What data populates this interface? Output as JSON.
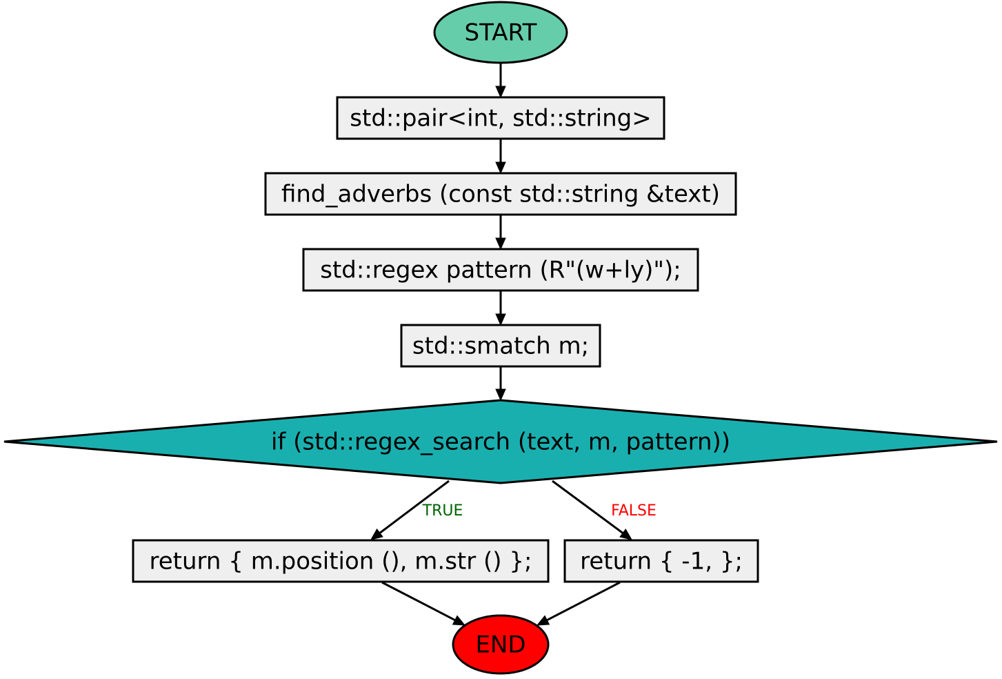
{
  "diagram": {
    "type": "flowchart",
    "nodes": [
      {
        "id": "start",
        "shape": "ellipse",
        "label": "START",
        "fill": "#66cdaa"
      },
      {
        "id": "n1",
        "shape": "box",
        "label": "std::pair<int, std::string>",
        "fill": "#efefef"
      },
      {
        "id": "n2",
        "shape": "box",
        "label": "find_adverbs (const std::string &text)",
        "fill": "#efefef"
      },
      {
        "id": "n3",
        "shape": "box",
        "label": "std::regex pattern (R\"(w+ly)\");",
        "fill": "#efefef"
      },
      {
        "id": "n4",
        "shape": "box",
        "label": "std::smatch m;",
        "fill": "#efefef"
      },
      {
        "id": "cond",
        "shape": "diamond",
        "label": "if (std::regex_search (text, m, pattern))",
        "fill": "#1aafaf"
      },
      {
        "id": "t1",
        "shape": "box",
        "label": "return { m.position (), m.str () };",
        "fill": "#efefef"
      },
      {
        "id": "f1",
        "shape": "box",
        "label": "return { -1,  };",
        "fill": "#efefef"
      },
      {
        "id": "end",
        "shape": "ellipse",
        "label": "END",
        "fill": "#ff0000"
      }
    ],
    "edges": [
      {
        "from": "start",
        "to": "n1",
        "label": ""
      },
      {
        "from": "n1",
        "to": "n2",
        "label": ""
      },
      {
        "from": "n2",
        "to": "n3",
        "label": ""
      },
      {
        "from": "n3",
        "to": "n4",
        "label": ""
      },
      {
        "from": "n4",
        "to": "cond",
        "label": ""
      },
      {
        "from": "cond",
        "to": "t1",
        "label": "TRUE",
        "label_color": "#006400"
      },
      {
        "from": "cond",
        "to": "f1",
        "label": "FALSE",
        "label_color": "#ff0000"
      },
      {
        "from": "t1",
        "to": "end",
        "label": ""
      },
      {
        "from": "f1",
        "to": "end",
        "label": ""
      }
    ]
  }
}
